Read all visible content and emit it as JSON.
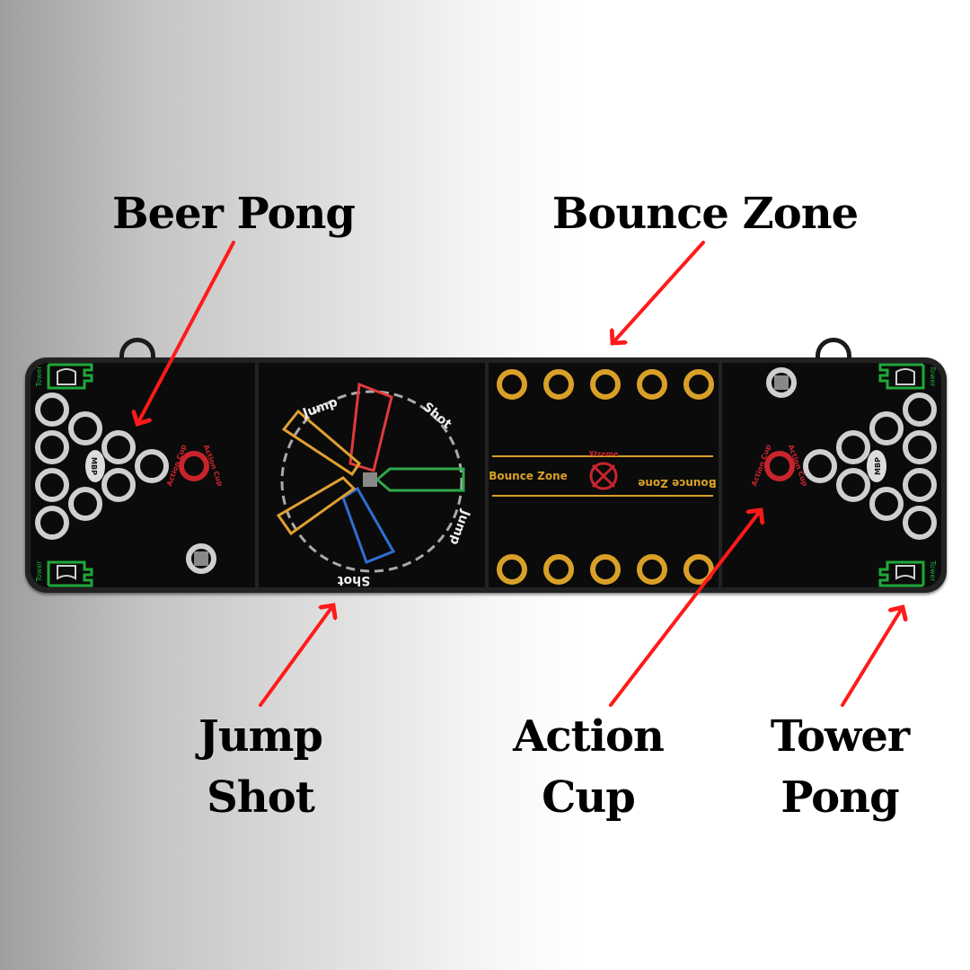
{
  "labels": {
    "beer_pong": "Beer Pong",
    "bounce_zone": "Bounce Zone",
    "jump_shot": [
      "Jump",
      "Shot"
    ],
    "action_cup": [
      "Action",
      "Cup"
    ],
    "tower_pong": [
      "Tower",
      "Pong"
    ]
  },
  "table": {
    "left_end": {
      "tower_text": "Tower",
      "action_cup_text": "Action Cup",
      "logo": "MBP",
      "cups": 10
    },
    "jump_shot_panel": {
      "words": [
        "Jump",
        "Shot",
        "Jump",
        "Shot"
      ],
      "arrow_colors": [
        "#e03a3a",
        "#2fa84a",
        "#2f6fd1",
        "#e0a030",
        "#e0a030"
      ]
    },
    "bounce_zone_panel": {
      "text_left": "Bounce Zone",
      "text_right": "Bounce Zone",
      "logo_text": "Xtreme",
      "top_cups": 5,
      "bottom_cups": 5
    },
    "right_end": {
      "tower_text": "Tower",
      "action_cup_text": "Action Cup",
      "logo": "MBP",
      "cups": 10
    }
  },
  "colors": {
    "arrow": "#ff1a1a",
    "cup_ring": "#cfcfcf",
    "gold": "#d9a028",
    "action_red": "#c8242c",
    "tower_green": "#1fa83a"
  }
}
